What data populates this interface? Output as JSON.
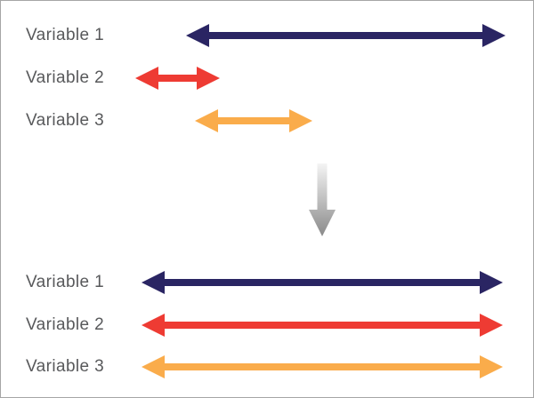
{
  "diagram": {
    "description": "Three variables with different value ranges (top) are transformed so all ranges become equal (bottom)",
    "top_section": {
      "rows": [
        {
          "label": "Variable 1",
          "color_name": "navy",
          "relative_length": "long"
        },
        {
          "label": "Variable 2",
          "color_name": "red",
          "relative_length": "short"
        },
        {
          "label": "Variable 3",
          "color_name": "orange",
          "relative_length": "medium"
        }
      ]
    },
    "transform_arrow": {
      "direction": "down",
      "style": "gray-gradient"
    },
    "bottom_section": {
      "rows": [
        {
          "label": "Variable 1",
          "color_name": "navy",
          "relative_length": "equal-full"
        },
        {
          "label": "Variable 2",
          "color_name": "red",
          "relative_length": "equal-full"
        },
        {
          "label": "Variable 3",
          "color_name": "orange",
          "relative_length": "equal-full"
        }
      ]
    }
  },
  "colors": {
    "navy": "#2a2563",
    "red": "#ee3b33",
    "orange": "#faac4b",
    "label_text": "#58595b",
    "canvas_border": "#a6a6a6",
    "gray_arrow_top": "#f4f4f4",
    "gray_arrow_bottom": "#8a8a8a",
    "background": "#ffffff"
  }
}
